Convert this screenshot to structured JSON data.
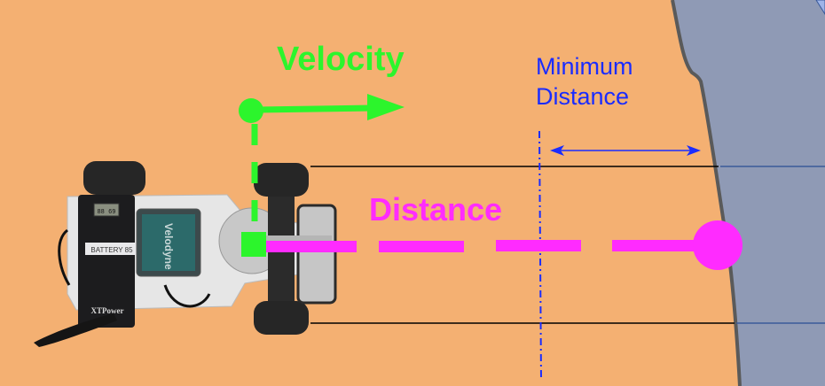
{
  "diagram": {
    "labels": {
      "velocity": "Velocity",
      "distance": "Distance",
      "minimum_distance_line1": "Minimum",
      "minimum_distance_line2": "Distance"
    },
    "robot": {
      "battery_label": "BATTERY 85",
      "battery_brand": "XTPower",
      "lidar_brand": "Velodyne",
      "display_reading": "88 69"
    },
    "colors": {
      "background": "#F4B072",
      "wall_fill": "#8F9AB5",
      "wall_outline": "#5A5A5A",
      "velocity": "#2CF52C",
      "distance": "#FF2BFF",
      "min_distance": "#1A2CFF",
      "lane_line": "#000000"
    }
  }
}
